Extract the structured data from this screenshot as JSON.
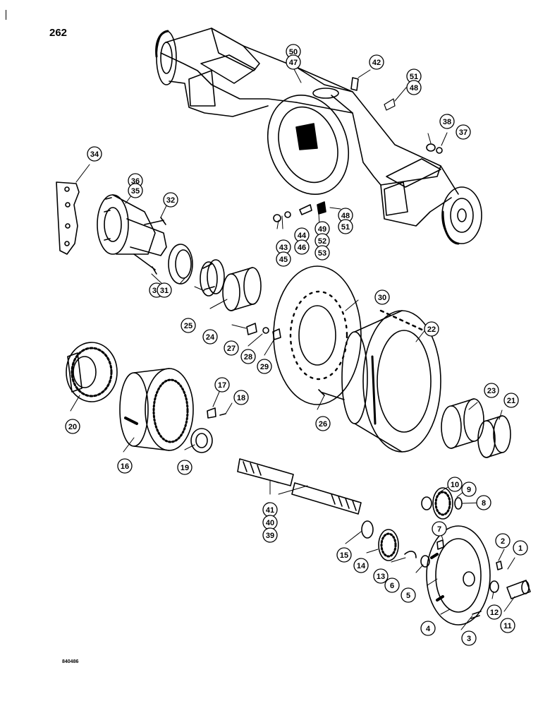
{
  "page": {
    "number": "262",
    "ref_code": "840486"
  },
  "callouts": [
    {
      "label": "50"
    },
    {
      "label": "47"
    },
    {
      "label": "42"
    },
    {
      "label": "51"
    },
    {
      "label": "48"
    },
    {
      "label": "38"
    },
    {
      "label": "37"
    },
    {
      "label": "34"
    },
    {
      "label": "36"
    },
    {
      "label": "35"
    },
    {
      "label": "32"
    },
    {
      "label": "48"
    },
    {
      "label": "51"
    },
    {
      "label": "44"
    },
    {
      "label": "46"
    },
    {
      "label": "49"
    },
    {
      "label": "52"
    },
    {
      "label": "53"
    },
    {
      "label": "43"
    },
    {
      "label": "45"
    },
    {
      "label": "33"
    },
    {
      "label": "31"
    },
    {
      "label": "25"
    },
    {
      "label": "30"
    },
    {
      "label": "24"
    },
    {
      "label": "27"
    },
    {
      "label": "28"
    },
    {
      "label": "29"
    },
    {
      "label": "22"
    },
    {
      "label": "20"
    },
    {
      "label": "17"
    },
    {
      "label": "18"
    },
    {
      "label": "23"
    },
    {
      "label": "21"
    },
    {
      "label": "26"
    },
    {
      "label": "16"
    },
    {
      "label": "19"
    },
    {
      "label": "10"
    },
    {
      "label": "9"
    },
    {
      "label": "8"
    },
    {
      "label": "41"
    },
    {
      "label": "40"
    },
    {
      "label": "39"
    },
    {
      "label": "7"
    },
    {
      "label": "15"
    },
    {
      "label": "14"
    },
    {
      "label": "13"
    },
    {
      "label": "2"
    },
    {
      "label": "1"
    },
    {
      "label": "6"
    },
    {
      "label": "5"
    },
    {
      "label": "12"
    },
    {
      "label": "11"
    },
    {
      "label": "4"
    },
    {
      "label": "3"
    }
  ]
}
